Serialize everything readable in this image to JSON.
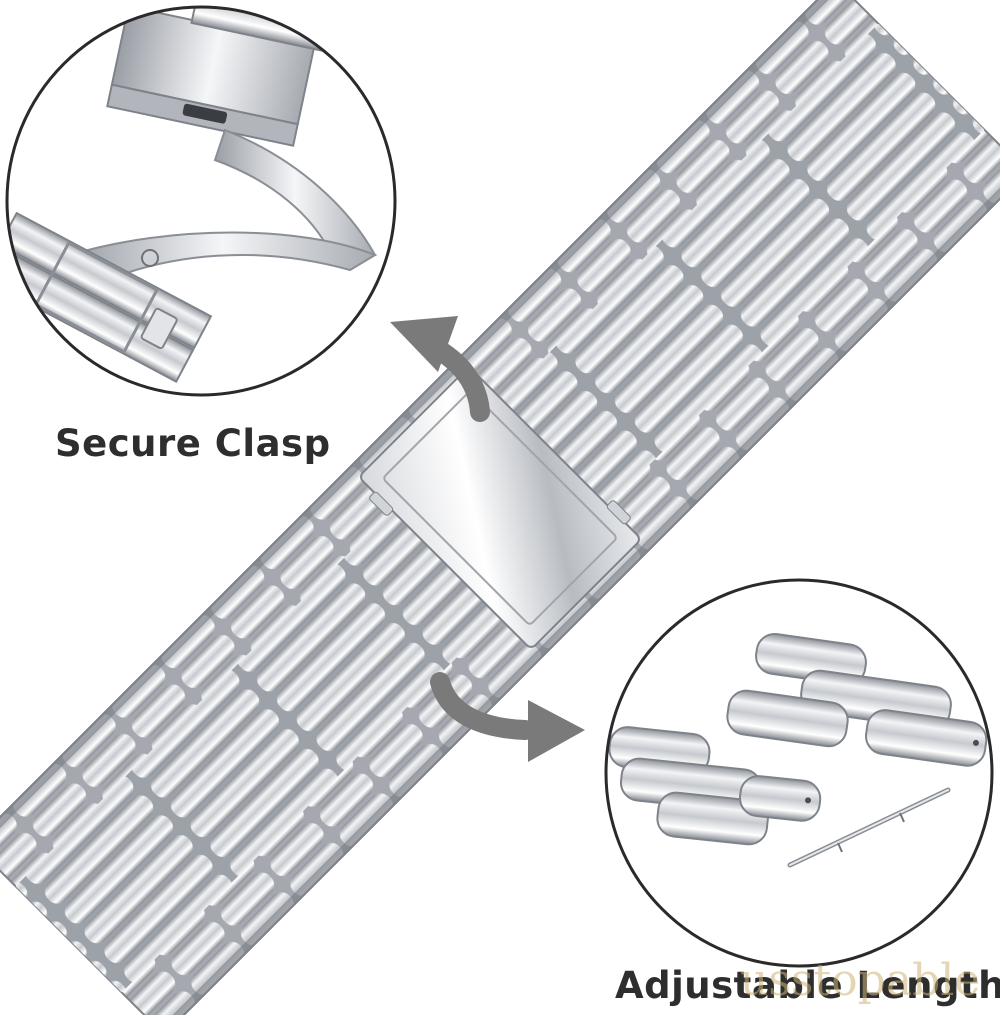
{
  "image": {
    "subject": "stainless-steel-link-watch-band",
    "colors": {
      "background": "#ffffff",
      "metal_light": "#f4f5f7",
      "metal_mid": "#c9ccd1",
      "metal_dark": "#8a8e95",
      "arrow": "#7a7a7a",
      "text": "#2e2e2e",
      "circle_stroke": "#2a2a2a"
    }
  },
  "callouts": {
    "clasp": {
      "label": "Secure Clasp",
      "icon": "curved-arrow-up-left-icon"
    },
    "length": {
      "label": "Adjustable Length",
      "icon": "curved-arrow-down-right-icon"
    }
  },
  "watermark": {
    "text": "usstopable"
  }
}
